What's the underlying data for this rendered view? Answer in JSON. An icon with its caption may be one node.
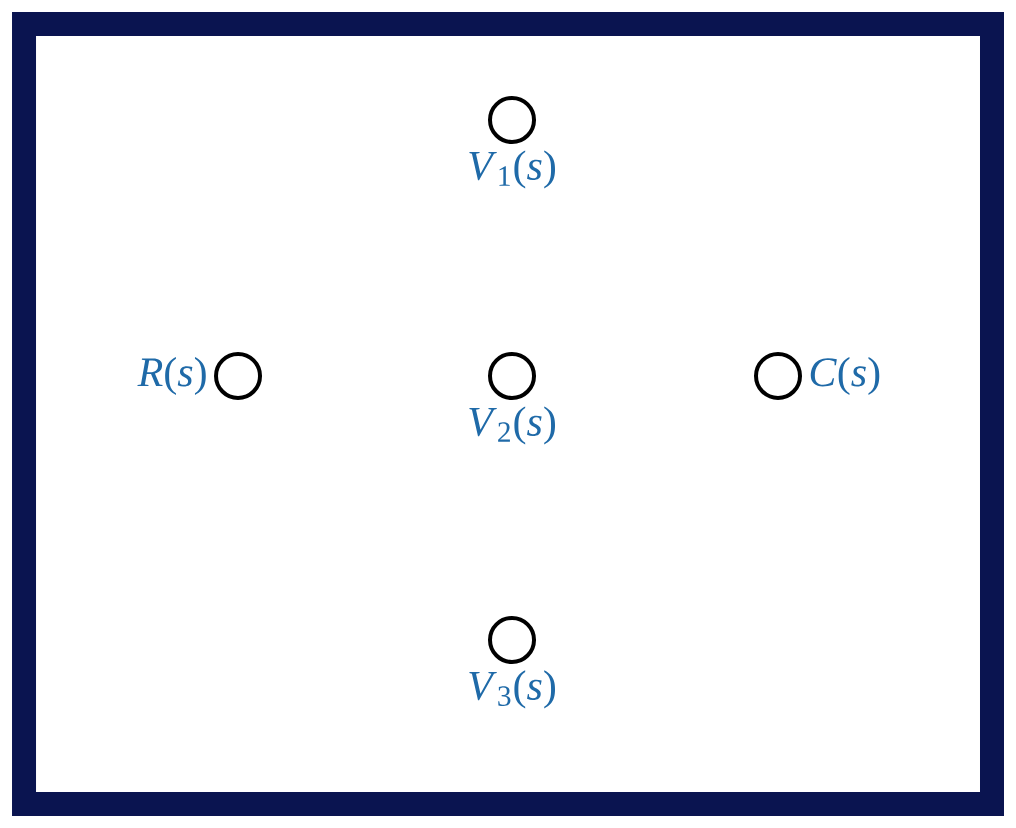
{
  "diagram": {
    "nodes": [
      {
        "text": [
          "*V*$_{1}$(*s*)"
        ]
      },
      {
        "text": [
          "*R*(*s*)"
        ]
      },
      {
        "text": [
          "*V*$_{2}$(*s*)"
        ]
      },
      {
        "text": [
          "*C*(*s*)"
        ]
      },
      {
        "text": [
          "*V*$_{3}$(*s*)"
        ]
      }
    ]
  }
}
